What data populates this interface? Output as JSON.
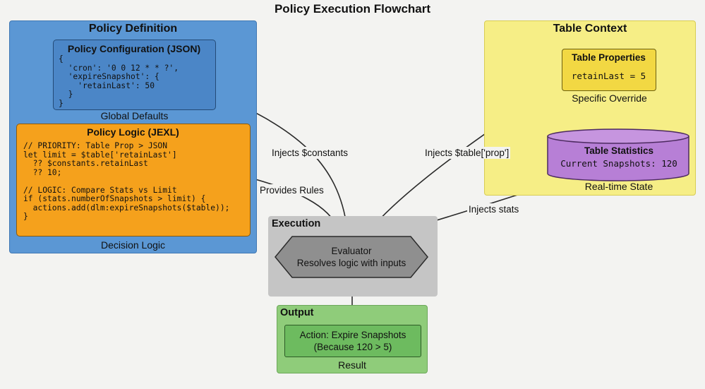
{
  "title": "Policy Execution Flowchart",
  "policy_definition": {
    "title": "Policy Definition",
    "config": {
      "title": "Policy Configuration (JSON)",
      "code": "{\n  'cron': '0 0 12 * * ?',\n  'expireSnapshot': {\n    'retainLast': 50\n  }\n}",
      "caption": "Global Defaults"
    },
    "logic": {
      "title": "Policy Logic (JEXL)",
      "code": "// PRIORITY: Table Prop > JSON\nlet limit = $table['retainLast']\n  ?? $constants.retainLast\n  ?? 10;\n\n// LOGIC: Compare Stats vs Limit\nif (stats.numberOfSnapshots > limit) {\n  actions.add(dlm:expireSnapshots($table));\n}",
      "caption": "Decision Logic"
    }
  },
  "table_context": {
    "title": "Table Context",
    "properties": {
      "title": "Table Properties",
      "value": "retainLast = 5",
      "caption": "Specific Override"
    },
    "statistics": {
      "title": "Table Statistics",
      "value": "Current Snapshots: 120",
      "caption": "Real-time State"
    }
  },
  "execution": {
    "title": "Execution",
    "evaluator_line1": "Evaluator",
    "evaluator_line2": "Resolves logic with inputs"
  },
  "output": {
    "title": "Output",
    "action_line1": "Action: Expire Snapshots",
    "action_line2": "(Because 120 > 5)",
    "caption": "Result"
  },
  "edges": {
    "injects_constants": "Injects $constants",
    "provides_rules": "Provides Rules",
    "injects_table_prop": "Injects $table['prop']",
    "injects_stats": "Injects stats"
  },
  "colors": {
    "blue_panel": "#5b97d4",
    "blue_inner": "#4b86c7",
    "orange": "#f5a11c",
    "yellow_panel": "#f6ee86",
    "yellow_inner": "#f2d843",
    "purple": "#b77fd6",
    "gray_panel": "#c5c5c5",
    "evaluator": "#8f8f8f",
    "green_panel": "#8fcc7a",
    "green_inner": "#6dbb5f"
  }
}
